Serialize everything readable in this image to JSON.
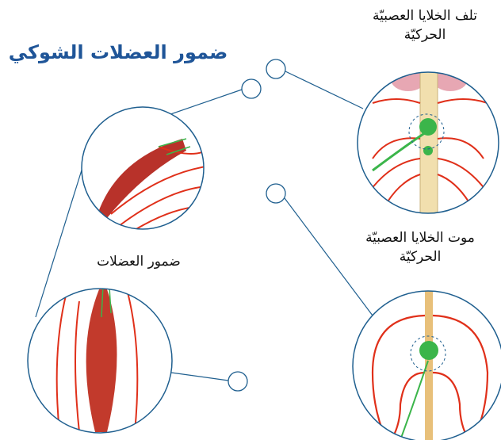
{
  "title": "ضمور العضلات الشوكي",
  "labels": {
    "motor_neuron_damage": [
      "تلف الخلايا العصبيّة",
      "الحركيّة"
    ],
    "motor_neuron_death": [
      "موت الخلايا العصبيّة",
      "الحركيّة"
    ],
    "muscle_atrophy": "ضمور العضلات"
  },
  "colors": {
    "accent": "#1f5598",
    "nerve": "#e0301a",
    "neuron": "#3bb54a",
    "spine": "#f1dfae",
    "muscle": "#c0392b"
  }
}
